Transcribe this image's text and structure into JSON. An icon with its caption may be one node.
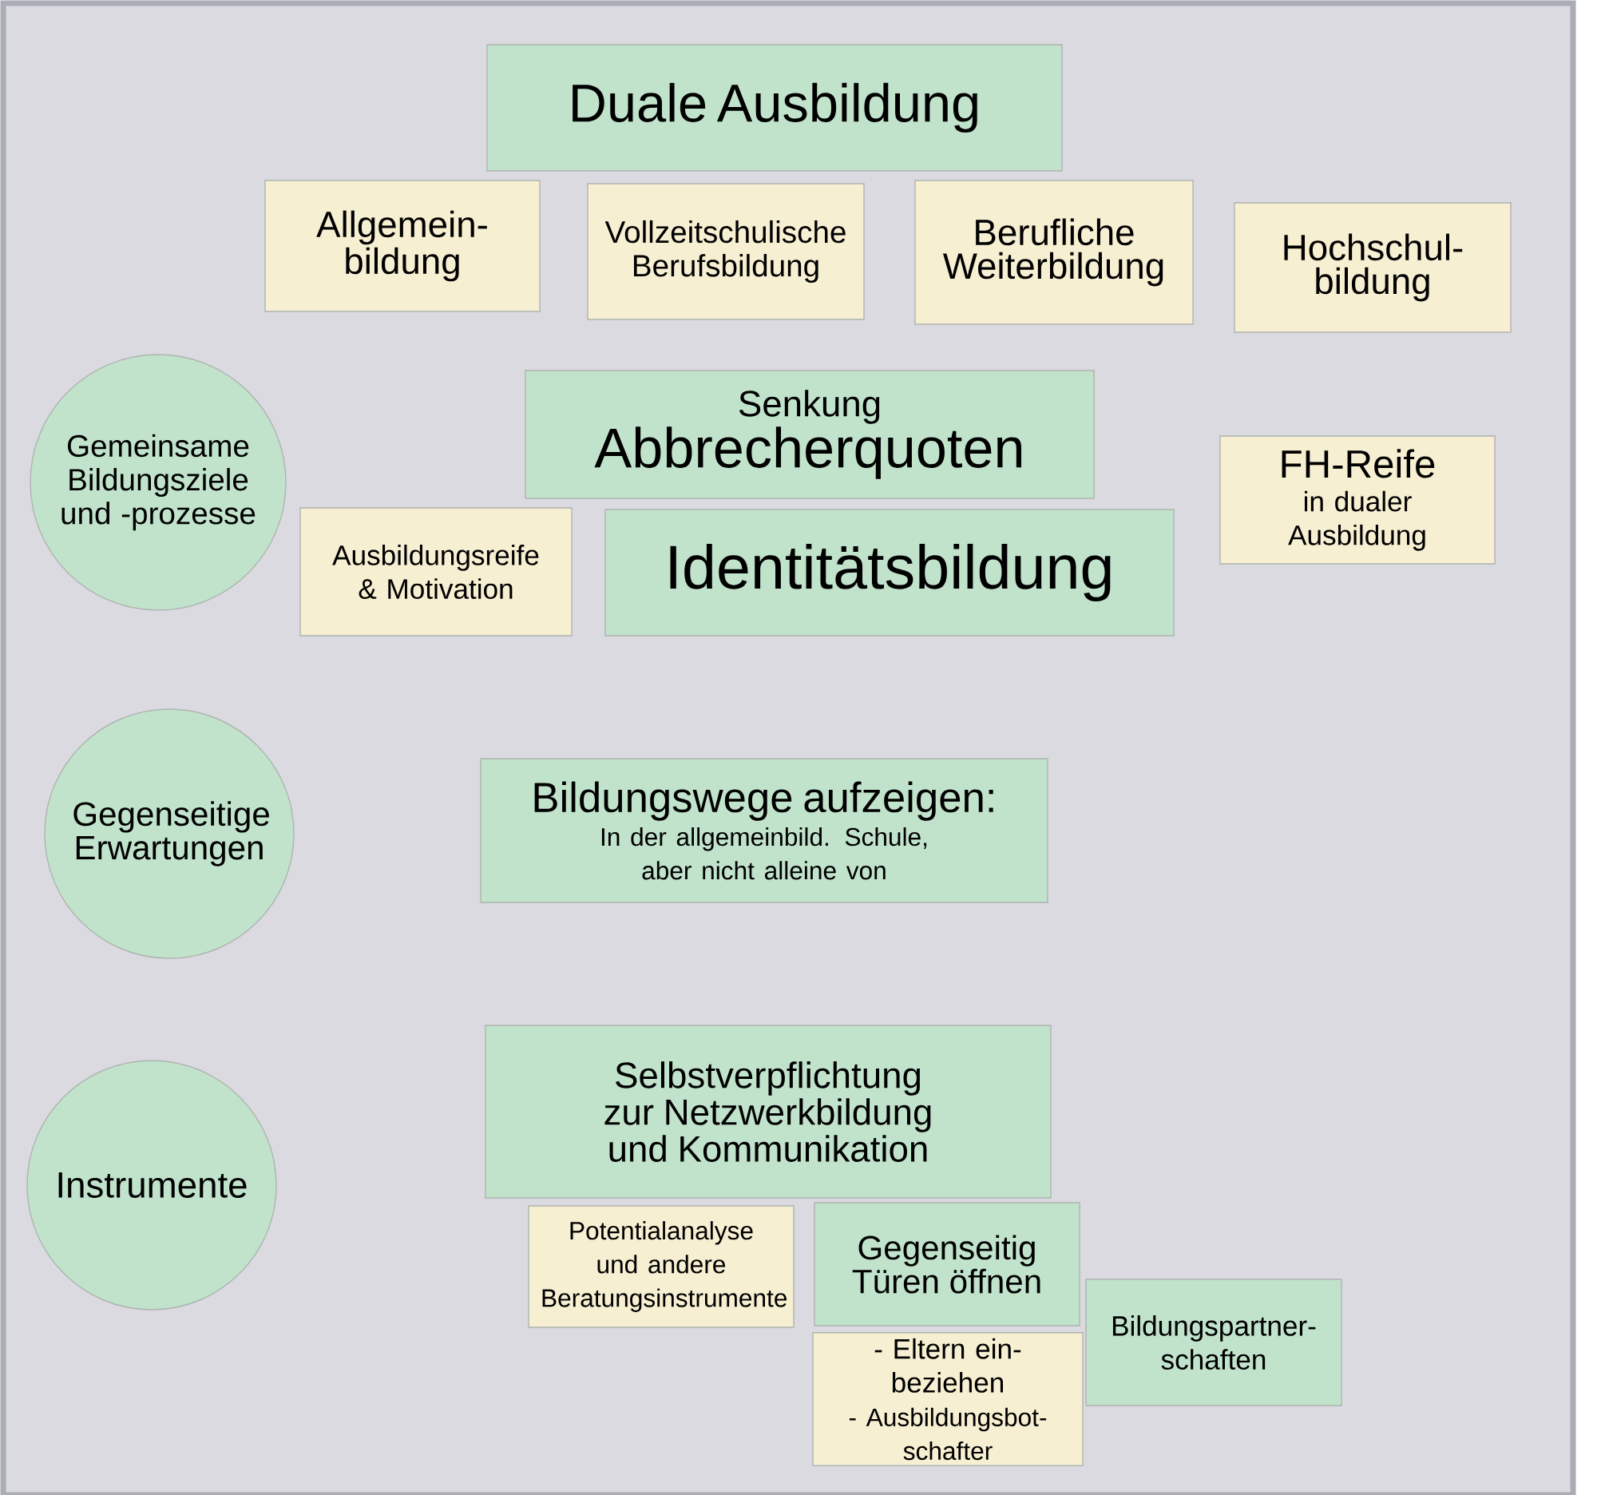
{
  "diagram": {
    "nodes": [
      {
        "text": [
          "Duale Ausbildung"
        ]
      },
      {
        "text": [
          "Allgemein- bildung"
        ]
      },
      {
        "text": [
          "Vollzeitschulische Berufsbildung"
        ]
      },
      {
        "text": [
          "Berufliche Weiterbildung"
        ]
      },
      {
        "text": [
          "Hochschul- bildung"
        ]
      },
      {
        "text": [
          "Gemeinsame Bildungsziele und -prozesse"
        ]
      },
      {
        "text": [
          "Senkung",
          "Abbrecherquoten"
        ]
      },
      {
        "text": [
          "FH-Reife",
          "in dualer Ausbildung"
        ]
      },
      {
        "text": [
          "Ausbildungsreife & Motivation"
        ]
      },
      {
        "text": [
          "Identitätsbildung"
        ]
      },
      {
        "text": [
          "Gegenseitige Erwartungen"
        ]
      },
      {
        "text": [
          "Bildungswege aufzeigen:",
          "In der allgemeinbild. Schule, aber nicht alleine von"
        ]
      },
      {
        "text": [
          "Instrumente"
        ]
      },
      {
        "text": [
          "Selbstverpflichtung zur Netzwerkbildung und Kommunikation"
        ]
      },
      {
        "text": [
          "Potentialanalyse und andere Beratungsinstrumente"
        ]
      },
      {
        "text": [
          "Gegenseitig Türen öffnen"
        ]
      },
      {
        "text": [
          "Bildungspartner- schaften"
        ]
      },
      {
        "text": [
          "- Eltern ein- beziehen",
          "- Ausbildungsbot- schafter"
        ]
      }
    ]
  }
}
